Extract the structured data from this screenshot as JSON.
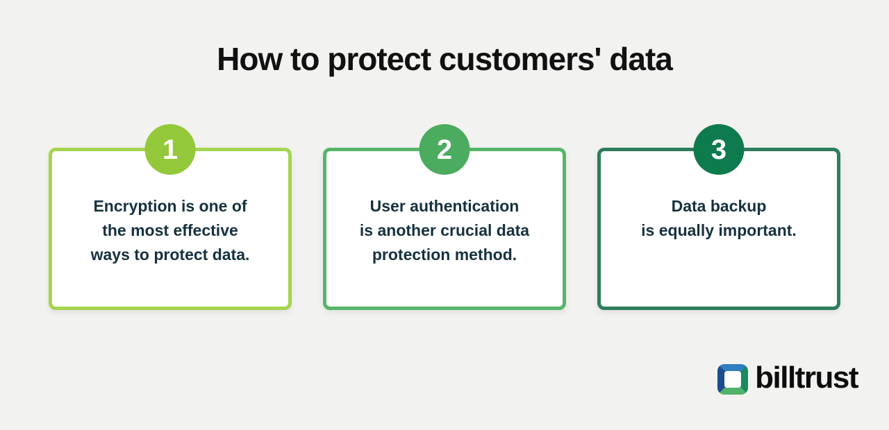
{
  "title": "How to protect customers' data",
  "cards": [
    {
      "number": "1",
      "text": "Encryption is one of\nthe most effective\nways to protect data.",
      "border_color": "#a6d44f",
      "circle_color": "#94c83b"
    },
    {
      "number": "2",
      "text": "User authentication\nis another crucial data\nprotection method.",
      "border_color": "#56b569",
      "circle_color": "#4bab5e"
    },
    {
      "number": "3",
      "text": "Data backup\nis equally important.",
      "border_color": "#2e7d5b",
      "circle_color": "#0e7b4e"
    }
  ],
  "footer": {
    "brand": "billtrust"
  },
  "colors": {
    "background": "#f2f2f0",
    "title_text": "#111111",
    "card_background": "#ffffff",
    "card_text": "#16313E",
    "badge_number_text": "#ffffff",
    "logo_top": "#2f7dc1",
    "logo_left": "#1d4d8d",
    "logo_bottom": "#53b269",
    "logo_right": "#19895f",
    "wordmark_text": "#0d0d0d"
  }
}
